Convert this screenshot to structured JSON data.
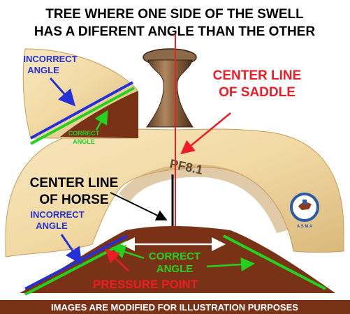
{
  "title": {
    "line1": "TREE WHERE ONE SIDE OF THE SWELL",
    "line2": "HAS A DIFERENT ANGLE THAN THE OTHER"
  },
  "inset": {
    "incorrect_line1": "INCORRECT",
    "incorrect_line2": "ANGLE",
    "correct_line1": "CORRECT",
    "correct_line2": "ANGLE"
  },
  "labels": {
    "saddle_center_line1": "CENTER LINE",
    "saddle_center_line2": "OF SADDLE",
    "horse_center_line1": "CENTER LINE",
    "horse_center_line2": "OF HORSE",
    "incorrect_line1": "INCORRECT",
    "incorrect_line2": "ANGLE",
    "correct_line1": "CORRECT",
    "correct_line2": "ANGLE",
    "pressure_point": "PRESSURE POINT",
    "tree_mark": "PF8.1"
  },
  "logo": {
    "text": "A S M A"
  },
  "footer": "IMAGES ARE MODIFIED FOR ILLUSTRATION PURPOSES",
  "colors": {
    "title": "#000000",
    "red": "#ee1c24",
    "blue": "#2531d6",
    "green": "#23d11f",
    "horse_back": "#7a3216",
    "wood": "#f0d9a6",
    "footer_bg": "#7a3216",
    "footer_text": "#ffffff"
  }
}
